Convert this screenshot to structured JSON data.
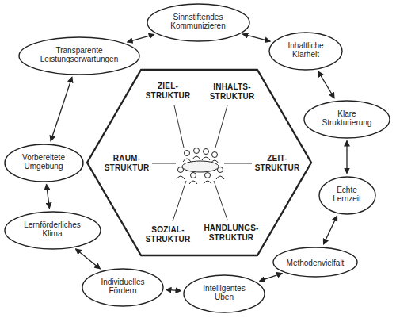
{
  "diagram": {
    "nodes": [
      {
        "text": [
          "Sinnstiftendes Kommunizieren"
        ]
      },
      {
        "text": [
          "Inhaltliche Klarheit"
        ]
      },
      {
        "text": [
          "Klare Strukturierung"
        ]
      },
      {
        "text": [
          "Echte Lernzeit"
        ]
      },
      {
        "text": [
          "Methodenvielfalt"
        ]
      },
      {
        "text": [
          "Intelligentes Üben"
        ]
      },
      {
        "text": [
          "Individuelles Fördern"
        ]
      },
      {
        "text": [
          "Lernförderliches Klima"
        ]
      },
      {
        "text": [
          "Vorbereitete Umgebung"
        ]
      },
      {
        "text": [
          "Transparente Leistungserwartungen"
        ]
      }
    ],
    "edges": [
      {
        "from": 0,
        "to": 1,
        "arrow": "both"
      },
      {
        "from": 1,
        "to": 2,
        "arrow": "both"
      },
      {
        "from": 2,
        "to": 3,
        "arrow": "both"
      },
      {
        "from": 3,
        "to": 4,
        "arrow": "both"
      },
      {
        "from": 4,
        "to": 5,
        "arrow": "both"
      },
      {
        "from": 5,
        "to": 6,
        "arrow": "both"
      },
      {
        "from": 6,
        "to": 7,
        "arrow": "both"
      },
      {
        "from": 7,
        "to": 8,
        "arrow": "both"
      },
      {
        "from": 8,
        "to": 9,
        "arrow": "both"
      },
      {
        "from": 9,
        "to": 0,
        "arrow": "both"
      }
    ],
    "labels": [
      "ZIEL-STRUKTUR",
      "INHALTS-STRUKTUR",
      "RAUM-STRUKTUR",
      "ZEIT-STRUKTUR",
      "SOZIAL-STRUKTUR",
      "HANDLUNGS-STRUKTUR"
    ]
  }
}
